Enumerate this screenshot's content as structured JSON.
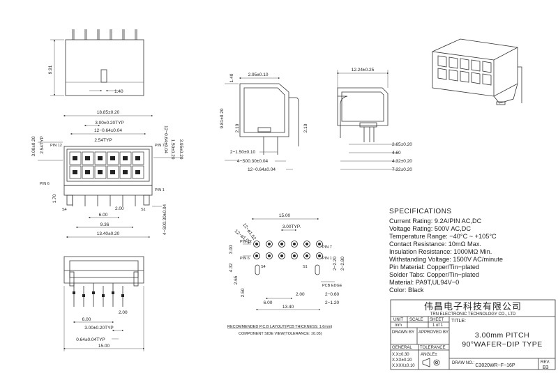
{
  "views": {
    "side_top": {
      "height": "9.91",
      "pin_w": "1.40"
    },
    "front": {
      "overall": "18.85±0.20",
      "pitch": "3.00±0.20TYP",
      "span_top": "12−0.64±0.04",
      "row_pitch": "2.54TYP",
      "right_1": "12−0.64±0.04",
      "right_2": "1.50±0.20",
      "right_3": "3.95±0.20",
      "left_1": "3.00±0.20",
      "left_2": "2.54TYP",
      "pin12": "PIN 12",
      "pin7": "PIN 7",
      "pin6": "PIN 6",
      "pin1": "PIN 1",
      "h_170": "1.70",
      "s4": "S4",
      "s1": "S1",
      "d_200": "2.00",
      "d_600": "6.00",
      "d_936": "9.36",
      "d_1340": "13.40±0.20",
      "vert": "4−S00.30±0.04"
    },
    "profile": {
      "top": "2.95±0.10",
      "d_140": "1.40",
      "height": "9.81±0.20",
      "d_210": "2.10",
      "d_210b": "2.10",
      "d_150": "2−1.50±0.10",
      "d_s00": "4−S00.30±0.04",
      "d_12": "12−0.64±0.04"
    },
    "right": {
      "width": "12.24±0.25",
      "d1": "2.65±0.20",
      "d2": "4.60",
      "d3": "4.32±0.20",
      "d4": "7.32±0.20"
    },
    "pcb": {
      "width": "15.00",
      "pitch": "3.00TYP.",
      "holes1": "12−ø1.52",
      "holes2": "12−ø1.02",
      "pin12": "PIN 12",
      "pin7": "PIN 7",
      "pin6": "PIN 6",
      "pin1": "PIN 1",
      "s4": "S4",
      "s1": "S1",
      "v300": "3.00",
      "v432": "4.32",
      "v265": "2.65",
      "v250": "2.50",
      "d200": "2.00",
      "d600": "6.00",
      "d1340": "13.40",
      "r220": "2−2.20",
      "r280": "2−2.80",
      "r060": "2−0.60",
      "r120": "2−1.20",
      "edge": "PCB EDGE",
      "caption1": "RECOMMENDED P.C.B LAYOUT(PCB THICKNESS: 1.6mm)",
      "caption2": "COMPONENT SIDE VIEW(TOLERANCE: ±0.05)"
    },
    "bottom": {
      "d200": "2.00",
      "d600": "6.00",
      "pitch": "3.00±0.20TYP",
      "pins": "0.64±0.04TYP",
      "width": "15.00"
    }
  },
  "specifications": {
    "title": "SPECIFICATIONS",
    "lines": [
      "Current Rating: 9.2A/PIN AC,DC",
      "Voltage Rating: 500V AC,DC",
      "Temperature Range: −40°C ~ +105°C",
      "Contact Resistance: 10mΩ Max.",
      "Insulation Resistance: 1000MΩ Min.",
      "Withstanding Voltage: 1500V AC/minute",
      "Pin Material: Copper/Tin−plated",
      "Solder Tabs: Copper/Tin−plated",
      "Material: PA9T,UL94V−0",
      "Color: Black"
    ]
  },
  "title_block": {
    "company_cn": "伟昌电子科技有限公司",
    "company_en": "TRN ELECTRONIC TECHNOLOGY CO., LTD",
    "unit_h": "UNIT",
    "scale_h": "SCALE",
    "sheet_h": "SHEET",
    "title_h": "TITLE:",
    "unit": "mm",
    "sheet": "1 of 1",
    "drawn": "DRAWN BY",
    "approved": "APPROVED BY",
    "title1": "3.00mm PITCH",
    "title2": "90°WAFER−DIP TYPE",
    "general": "GENERAL",
    "tolerance": "TOLERANCE",
    "tol1": "X.X±0.30",
    "tol2": "X.XX±0.20",
    "tol3": "X.XXX±0.10",
    "angle": "ANGLE±",
    "draw_no_label": "DRAW NO.:",
    "draw_no": "C3020WR−F−16P",
    "rev_label": "REV.",
    "rev": "B3"
  }
}
